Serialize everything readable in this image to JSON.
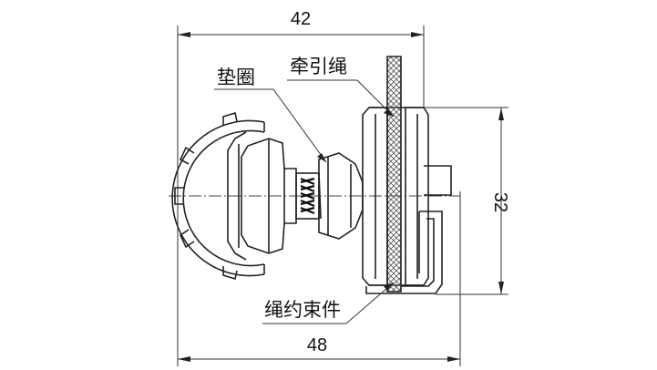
{
  "dimensions": {
    "top_width": "42",
    "bottom_width": "48",
    "right_height": "32"
  },
  "labels": {
    "washer": "垫圈",
    "traction_rope": "牵引绳",
    "rope_clamp": "绳约束件"
  }
}
